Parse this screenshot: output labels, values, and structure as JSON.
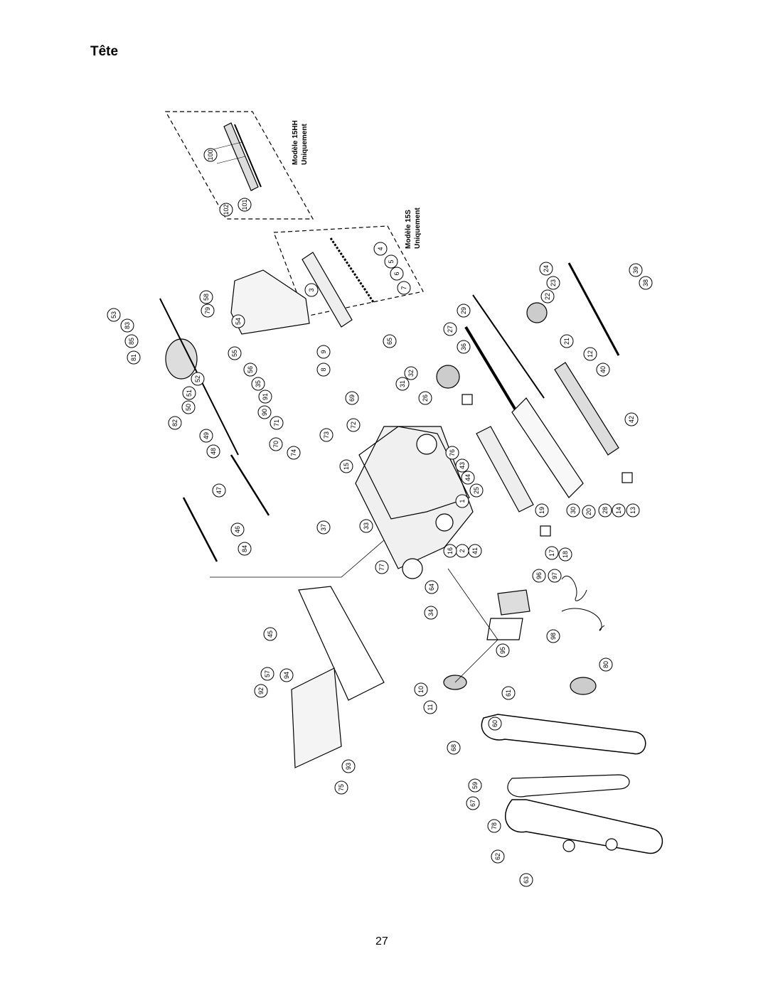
{
  "page": {
    "title": "Tête",
    "page_number": "27"
  },
  "diagram": {
    "group_15hh_label_line1": "Modèle 15HH",
    "group_15hh_label_line2": "Uniquement",
    "group_15s_label_line1": "Modèle 15S",
    "group_15s_label_line2": "Uniquement",
    "callouts": [
      "100",
      "101",
      "102",
      "1",
      "2",
      "3",
      "4",
      "5",
      "6",
      "7",
      "8",
      "9",
      "10",
      "11",
      "12",
      "13",
      "14",
      "15",
      "16",
      "17",
      "18",
      "19",
      "20",
      "21",
      "22",
      "23",
      "24",
      "25",
      "26",
      "27",
      "28",
      "29",
      "30",
      "31",
      "32",
      "33",
      "34",
      "35",
      "36",
      "37",
      "38",
      "39",
      "40",
      "41",
      "42",
      "43",
      "44",
      "45",
      "46",
      "47",
      "48",
      "49",
      "50",
      "51",
      "52",
      "53",
      "54",
      "55",
      "56",
      "57",
      "58",
      "59",
      "60",
      "61",
      "62",
      "63",
      "64",
      "65",
      "67",
      "68",
      "69",
      "70",
      "71",
      "72",
      "73",
      "74",
      "75",
      "76",
      "77",
      "78",
      "79",
      "80",
      "81",
      "82",
      "83",
      "84",
      "85",
      "90",
      "91",
      "92",
      "93",
      "94",
      "95",
      "96",
      "97",
      "98"
    ]
  }
}
